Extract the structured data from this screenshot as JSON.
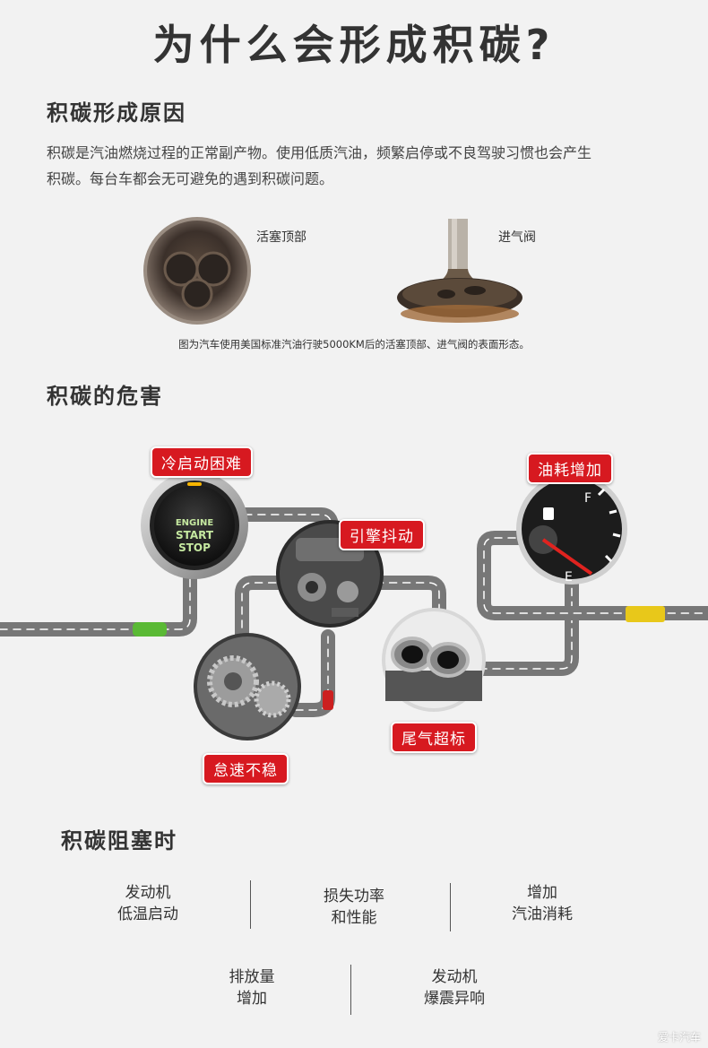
{
  "title": "为什么会形成积碳?",
  "cause": {
    "heading": "积碳形成原因",
    "para_line1": "积碳是汽油燃烧过程的正常副产物。使用低质汽油，频繁启停或不良驾驶习惯也会产生",
    "para_line2": "积碳。每台车都会无可避免的遇到积碳问题。",
    "photo1_label": "活塞顶部",
    "photo2_label": "进气阀",
    "caption": "图为汽车使用美国标准汽油行驶5000KM后的活塞顶部、进气阀的表面形态。"
  },
  "harm": {
    "heading": "积碳的危害",
    "tags": [
      "冷启动困难",
      "引擎抖动",
      "油耗增加",
      "怠速不稳",
      "尾气超标"
    ],
    "start_button": {
      "line1": "ENGINE",
      "line2": "START",
      "line3": "STOP"
    },
    "gauge": {
      "full": "F",
      "empty": "E"
    }
  },
  "block": {
    "heading": "积碳阻塞时",
    "row1": [
      {
        "line1": "发动机",
        "line2": "低温启动"
      },
      {
        "line1": "损失功率",
        "line2": "和性能"
      },
      {
        "line1": "增加",
        "line2": "汽油消耗"
      }
    ],
    "row2": [
      {
        "line1": "排放量",
        "line2": "增加"
      },
      {
        "line1": "发动机",
        "line2": "爆震异响"
      }
    ]
  },
  "watermark": "爱卡汽车",
  "colors": {
    "accent_red": "#d71920",
    "road": "#7a7a7a",
    "background": "#f2f2f2"
  }
}
